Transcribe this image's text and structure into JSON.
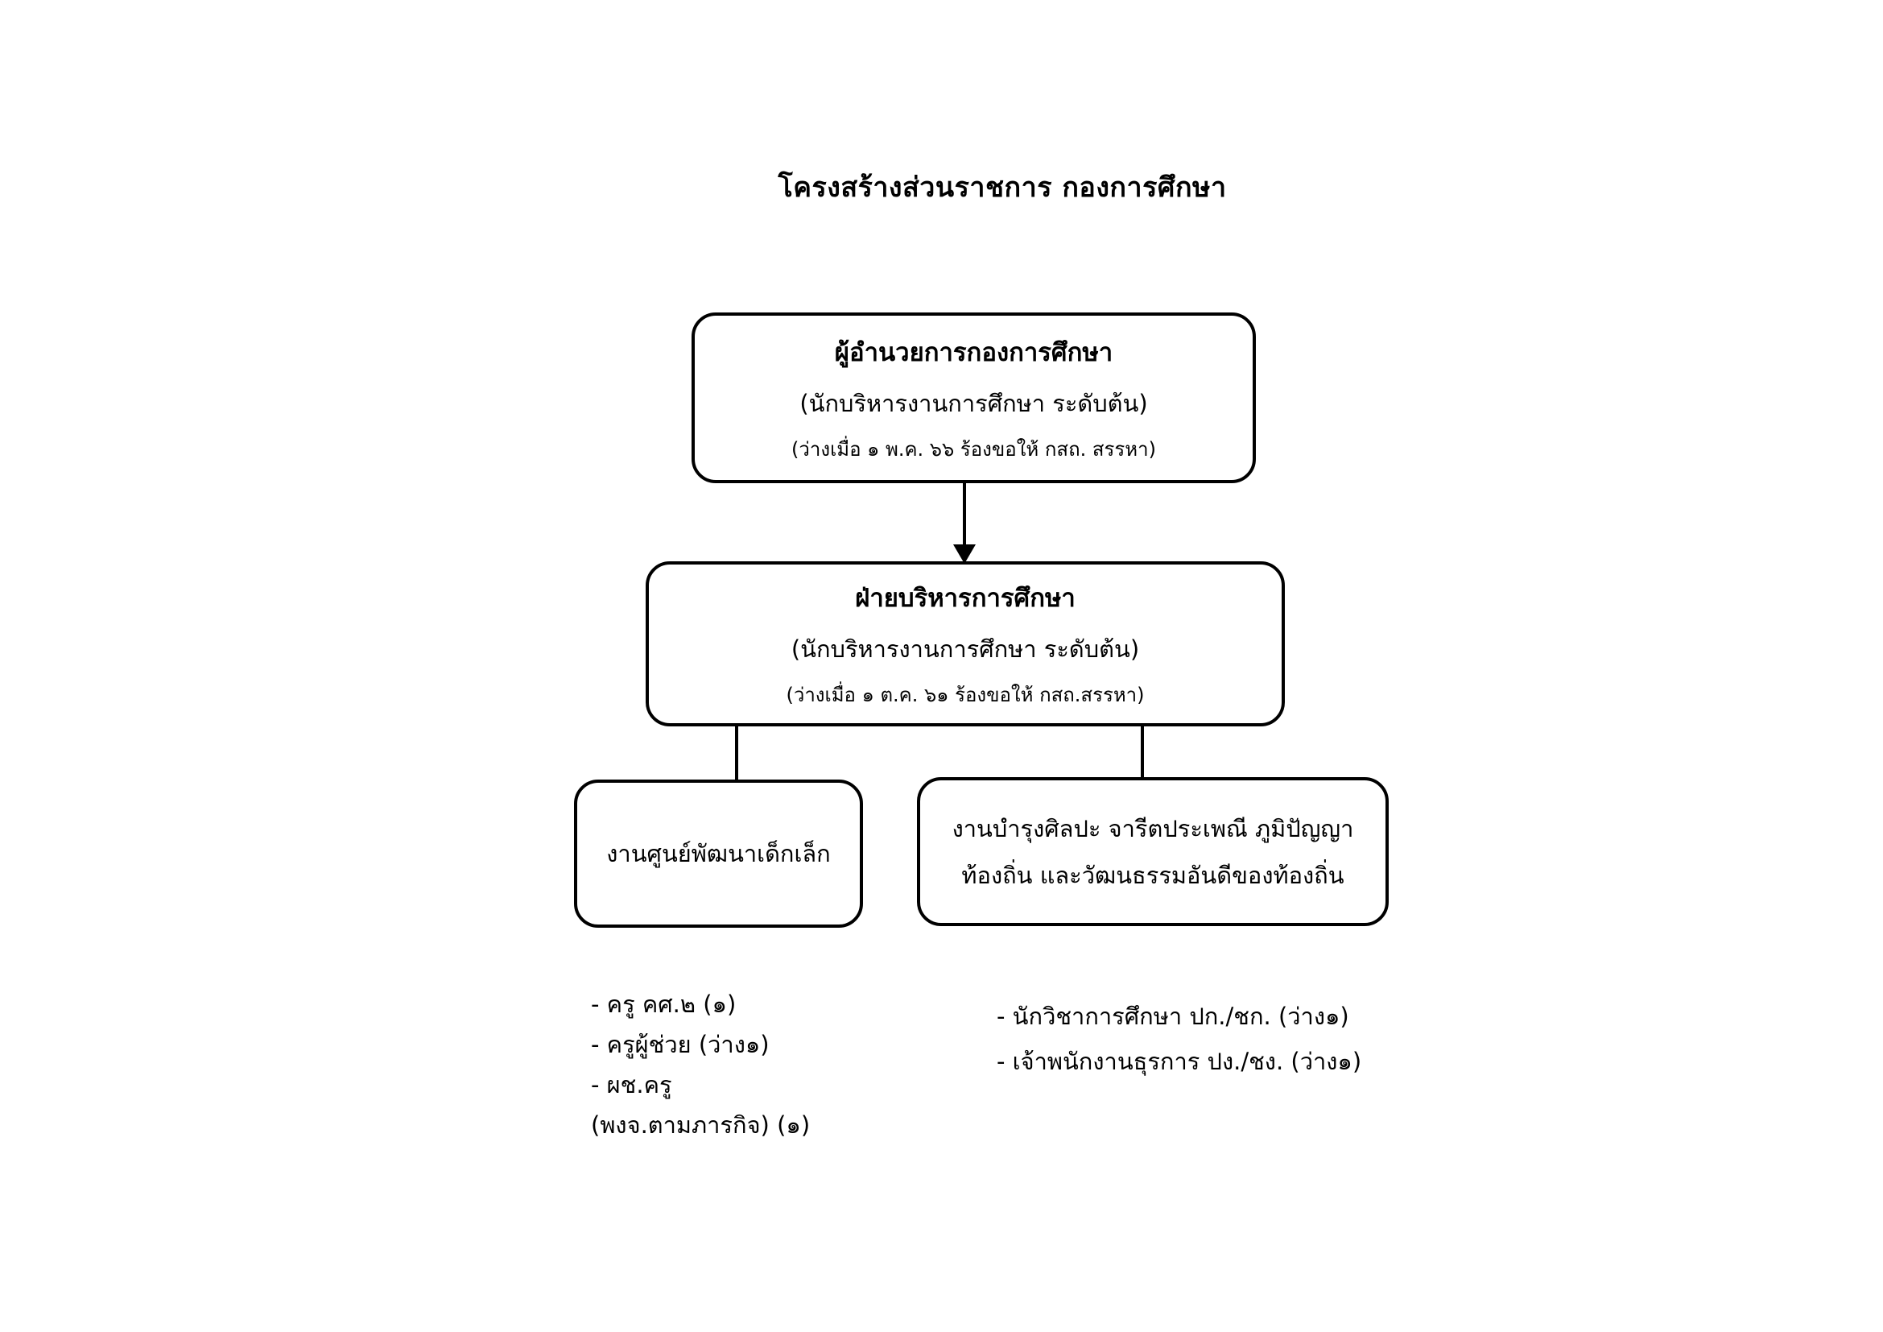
{
  "page_title": "โครงสร้างส่วนราชการ กองการศึกษา",
  "nodes": {
    "director": {
      "title": "ผู้อำนวยการกองการศึกษา",
      "position": "(นักบริหารงานการศึกษา ระดับต้น)",
      "note": "(ว่างเมื่อ ๑ พ.ค. ๖๖ ร้องขอให้ กสถ. สรรหา)"
    },
    "education_admin": {
      "title": "ฝ่ายบริหารการศึกษา",
      "position": "(นักบริหารงานการศึกษา ระดับต้น)",
      "note": "(ว่างเมื่อ ๑ ต.ค. ๖๑ ร้องขอให้ กสถ.สรรหา)"
    },
    "child_dev_center": {
      "title": "งานศูนย์พัฒนาเด็กเล็ก"
    },
    "culture": {
      "line1": "งานบำรุงศิลปะ จารีตประเพณี ภูมิปัญญา",
      "line2": "ท้องถิ่น และวัฒนธรรมอันดีของท้องถิ่น"
    }
  },
  "staff_left": {
    "items": [
      "- ครู คศ.๒ (๑)",
      "- ครูผู้ช่วย (ว่าง๑)",
      "- ผช.ครู",
      "(พงจ.ตามภารกิจ) (๑)"
    ]
  },
  "staff_right": {
    "items": [
      "- นักวิชาการศึกษา ปก./ชก. (ว่าง๑)",
      "- เจ้าพนักงานธุรการ ปง./ชง. (ว่าง๑)"
    ]
  },
  "colors": {
    "background": "#ffffff",
    "line": "#000000",
    "text": "#000000"
  }
}
